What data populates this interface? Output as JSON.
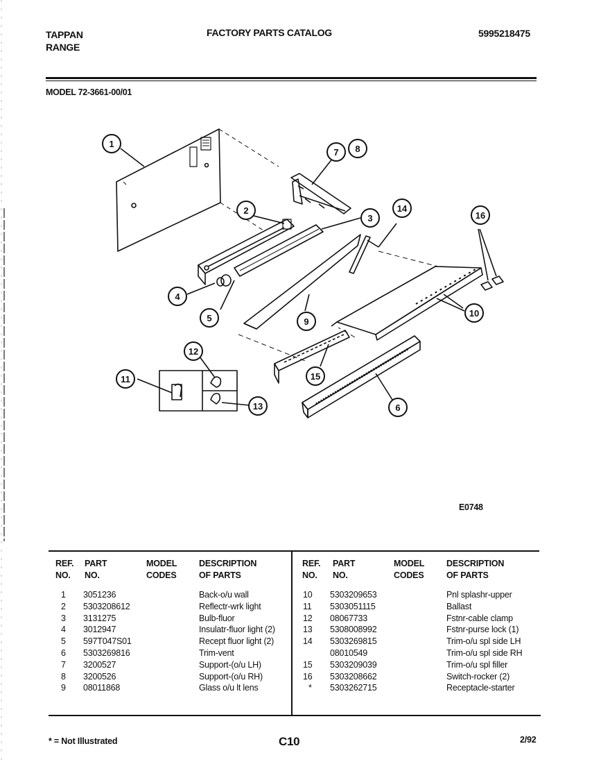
{
  "header": {
    "brand_line1": "TAPPAN",
    "brand_line2": "RANGE",
    "catalog_title": "FACTORY PARTS CATALOG",
    "catalog_number": "5995218475",
    "model_label": "MODEL 72-3661-00/01"
  },
  "diagram": {
    "figure_code": "E0748",
    "callouts": [
      "1",
      "2",
      "3",
      "4",
      "5",
      "6",
      "7",
      "8",
      "9",
      "10",
      "11",
      "12",
      "13",
      "14",
      "15",
      "16"
    ]
  },
  "parts_table": {
    "headers": {
      "ref_no": [
        "REF.",
        "NO."
      ],
      "part_no": [
        "PART",
        "NO."
      ],
      "model_codes": [
        "MODEL",
        "CODES"
      ],
      "description": [
        "DESCRIPTION",
        "OF PARTS"
      ]
    },
    "left": [
      {
        "ref": "1",
        "part": "3051236",
        "codes": "",
        "desc": "Back-o/u wall"
      },
      {
        "ref": "2",
        "part": "5303208612",
        "codes": "",
        "desc": "Reflectr-wrk light"
      },
      {
        "ref": "3",
        "part": "3131275",
        "codes": "",
        "desc": "Bulb-fluor"
      },
      {
        "ref": "4",
        "part": "3012947",
        "codes": "",
        "desc": "Insulatr-fluor light (2)"
      },
      {
        "ref": "5",
        "part": "597T047S01",
        "codes": "",
        "desc": "Recept fluor light (2)"
      },
      {
        "ref": "6",
        "part": "5303269816",
        "codes": "",
        "desc": "Trim-vent"
      },
      {
        "ref": "7",
        "part": "3200527",
        "codes": "",
        "desc": "Support-(o/u LH)"
      },
      {
        "ref": "8",
        "part": "3200526",
        "codes": "",
        "desc": "Support-(o/u RH)"
      },
      {
        "ref": "9",
        "part": "08011868",
        "codes": "",
        "desc": "Glass o/u lt lens"
      }
    ],
    "right": [
      {
        "ref": "10",
        "part": "5303209653",
        "codes": "",
        "desc": "Pnl splashr-upper"
      },
      {
        "ref": "11",
        "part": "5303051115",
        "codes": "",
        "desc": "Ballast"
      },
      {
        "ref": "12",
        "part": "08067733",
        "codes": "",
        "desc": "Fstnr-cable clamp"
      },
      {
        "ref": "13",
        "part": "5308008992",
        "codes": "",
        "desc": "Fstnr-purse lock (1)"
      },
      {
        "ref": "14",
        "part": "5303269815",
        "codes": "",
        "desc": "Trim-o/u spl side LH"
      },
      {
        "ref": "",
        "part": "08010549",
        "codes": "",
        "desc": "Trim-o/u spl side RH"
      },
      {
        "ref": "15",
        "part": "5303209039",
        "codes": "",
        "desc": "Trim-o/u spl filler"
      },
      {
        "ref": "16",
        "part": "5303208662",
        "codes": "",
        "desc": "Switch-rocker (2)"
      },
      {
        "ref": "*",
        "part": "5303262715",
        "codes": "",
        "desc": "Receptacle-starter"
      }
    ]
  },
  "footer": {
    "note": "* = Not Illustrated",
    "page": "C10",
    "date": "2/92"
  }
}
